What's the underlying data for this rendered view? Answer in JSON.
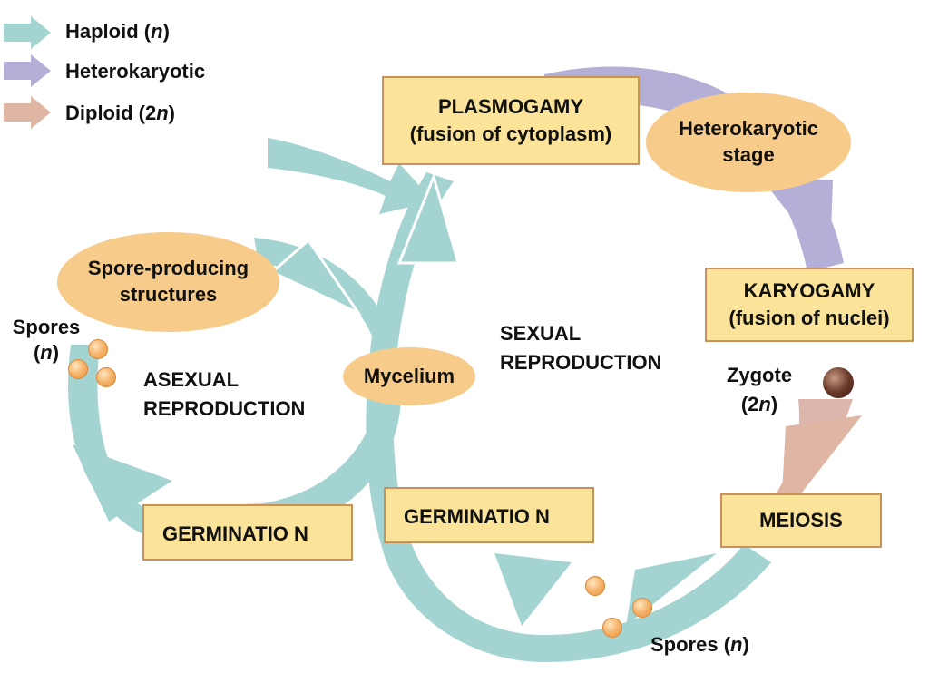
{
  "colors": {
    "haploid": "#a3d4d1",
    "heterokaryotic": "#b3afd6",
    "diploid": "#dfb5a4",
    "box_fill": "#fbe39a",
    "box_border": "#c8925a",
    "ellipse_fill": "#f7cb8a"
  },
  "legend": {
    "haploid": {
      "text": "Haploid (",
      "italic": "n",
      "close": ")"
    },
    "heterokaryotic": {
      "text": "Heterokaryotic"
    },
    "diploid": {
      "text": "Diploid (2",
      "italic": "n",
      "close": ")"
    }
  },
  "boxes": {
    "plasmogamy": {
      "line1": "PLASMOGAMY",
      "line2": "(fusion of cytoplasm)"
    },
    "karyogamy": {
      "line1": "KARYOGAMY",
      "line2": "(fusion of nuclei)"
    },
    "meiosis": {
      "line1": "MEIOSIS"
    },
    "germination_left": {
      "text": "GERMINATIO N"
    },
    "germination_center": {
      "text": "GERMINATIO N"
    }
  },
  "ellipses": {
    "heterokaryotic_stage": {
      "line1": "Heterokaryotic",
      "line2": "stage"
    },
    "spore_producing": {
      "line1": "Spore-producing",
      "line2": "structures"
    },
    "mycelium": {
      "text": "Mycelium"
    }
  },
  "labels": {
    "spores_left": {
      "line1": "Spores",
      "line2_open": "(",
      "italic": "n",
      "line2_close": ")"
    },
    "asexual": {
      "line1": "ASEXUAL",
      "line2": "REPRODUCTION"
    },
    "sexual": {
      "line1": "SEXUAL",
      "line2": "REPRODUCTION"
    },
    "zygote": {
      "line1": "Zygote",
      "line2_open": "(2",
      "italic": "n",
      "line2_close": ")"
    },
    "spores_bottom": {
      "text": "Spores (",
      "italic": "n",
      "close": ")"
    }
  }
}
